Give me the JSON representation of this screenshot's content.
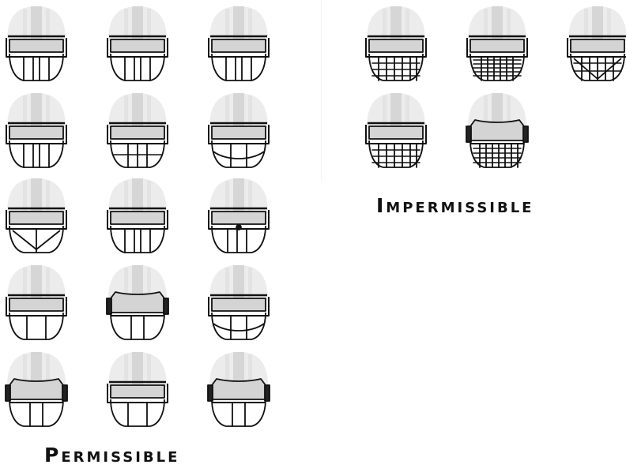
{
  "groups": {
    "permissible": {
      "caption": "Permissible",
      "facemasks": [
        {
          "style": "bars-4"
        },
        {
          "style": "bars-4"
        },
        {
          "style": "bars-4"
        },
        {
          "style": "bars-4"
        },
        {
          "style": "bars-3"
        },
        {
          "style": "bars-curve"
        },
        {
          "style": "bars-v"
        },
        {
          "style": "bars-4"
        },
        {
          "style": "bars-chin"
        },
        {
          "style": "open-2"
        },
        {
          "style": "visor-open"
        },
        {
          "style": "bars-curve"
        },
        {
          "style": "visor-open"
        },
        {
          "style": "open-2"
        },
        {
          "style": "visor-open"
        }
      ]
    },
    "impermissible": {
      "caption": "Impermissible",
      "facemasks": [
        {
          "style": "grid"
        },
        {
          "style": "grid-fine"
        },
        {
          "style": "grid-diag"
        },
        {
          "style": "grid"
        },
        {
          "style": "grid-cage"
        }
      ]
    }
  },
  "colors": {
    "outline": "#111111",
    "shell": "#ececec",
    "stripe": "#d6d6d6",
    "visor": "#d4d4d4"
  }
}
